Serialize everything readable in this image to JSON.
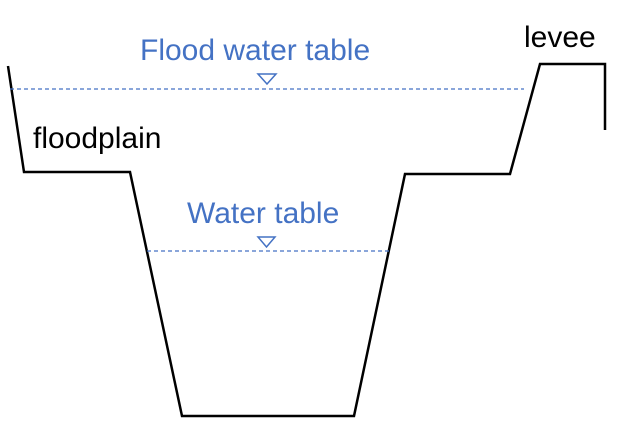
{
  "labels": {
    "flood_water_table": "Flood water table",
    "water_table": "Water table",
    "floodplain": "floodplain",
    "levee": "levee"
  },
  "colors": {
    "water_line": "#4472C4",
    "outline": "#000000"
  },
  "icons": {
    "water_level_symbol": "inverted-triangle-icon"
  }
}
